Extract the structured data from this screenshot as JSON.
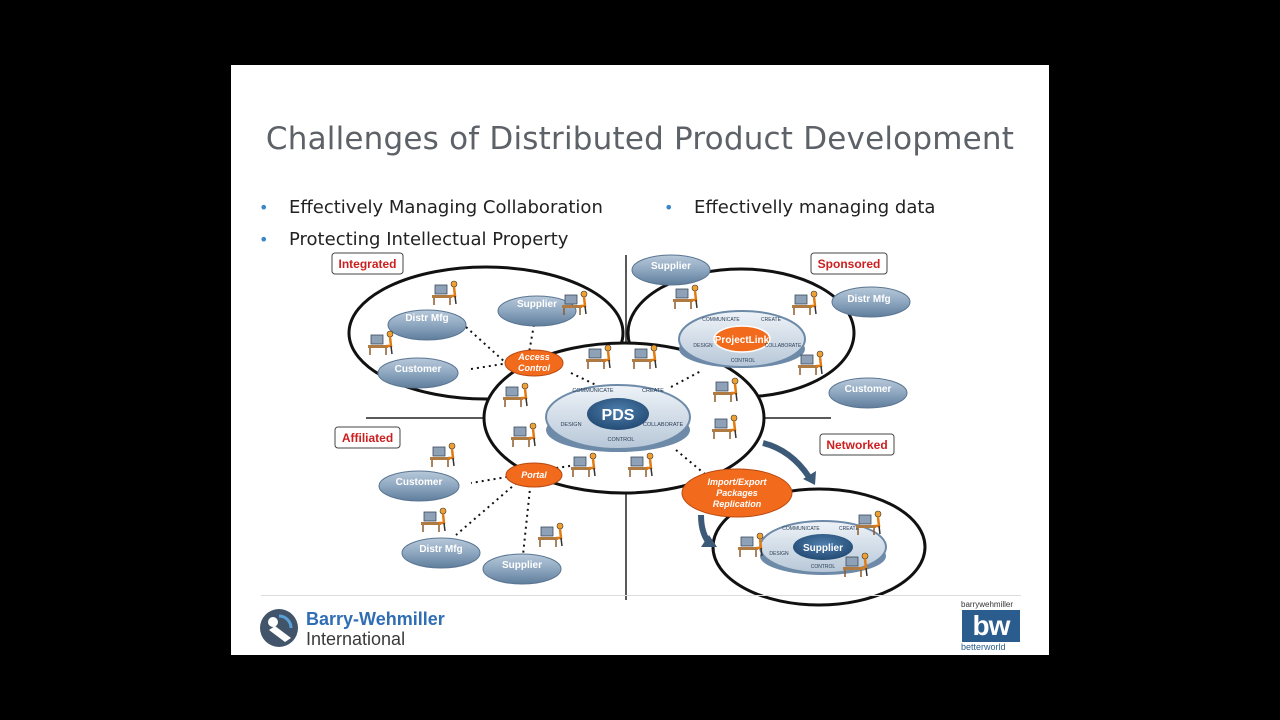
{
  "slide": {
    "title": "Challenges of Distributed Product Development",
    "bullets_left": [
      "Effectively Managing Collaboration",
      "Protecting Intellectual Property"
    ],
    "bullets_right": [
      "Effectivelly managing data"
    ]
  },
  "diagram": {
    "quadrant_labels": {
      "integrated": "Integrated",
      "sponsored": "Sponsored",
      "affiliated": "Affiliated",
      "networked": "Networked"
    },
    "center_hub": "PDS",
    "hub_ring_words": [
      "COMMUNICATE",
      "CREATE",
      "COLLABORATE",
      "CONTROL",
      "DESIGN"
    ],
    "projectlink_hub": "ProjectLink",
    "supplier_hub": "Supplier",
    "connectors": {
      "access_control": [
        "Access",
        "Control"
      ],
      "portal": "Portal",
      "import_export": [
        "Import/Export",
        "Packages",
        "Replication"
      ]
    },
    "nodes": {
      "integrated_supplier": "Supplier",
      "integrated_distr": "Distr Mfg",
      "integrated_customer": "Customer",
      "sponsored_supplier": "Supplier",
      "sponsored_distr": "Distr Mfg",
      "sponsored_customer": "Customer",
      "affiliated_customer": "Customer",
      "affiliated_distr": "Distr Mfg",
      "affiliated_supplier": "Supplier"
    },
    "colors": {
      "label_red": "#cc1f1f",
      "connector_orange": "#f26b1d",
      "disc_blue": "#8ea7c0",
      "hub_dark": "#2d5c8c"
    }
  },
  "footer": {
    "company_line1": "Barry-Wehmiller",
    "company_line2": "International",
    "logo_top": "barrywehmiller",
    "logo_letters": "bw",
    "logo_bottom": "betterworld"
  }
}
